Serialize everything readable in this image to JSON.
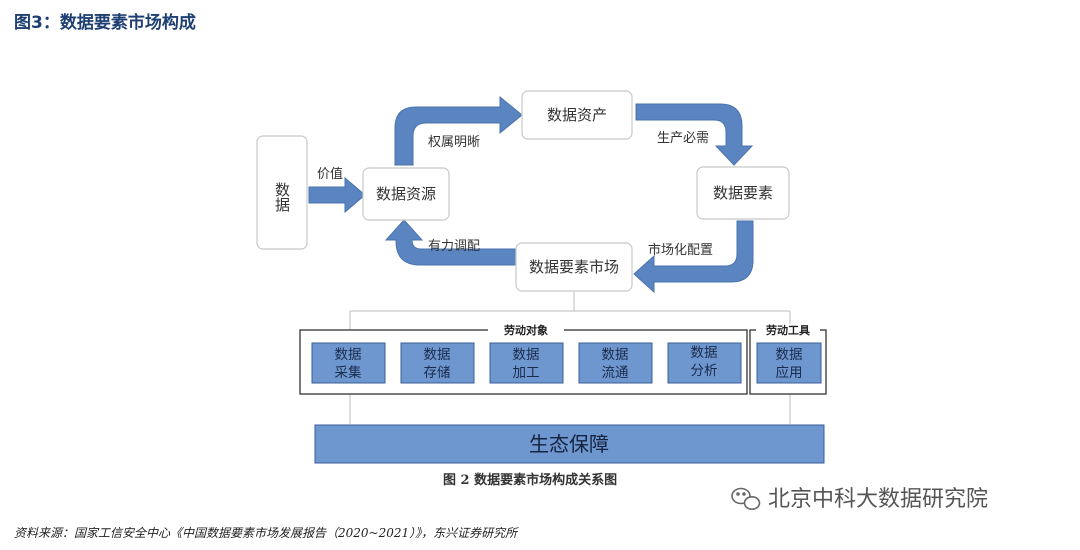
{
  "title": "图3：数据要素市场构成",
  "colors": {
    "arrow_fill": "#5b85c0",
    "arrow_stroke": "#4a74ae",
    "unit_fill": "#6f97cf",
    "foundation_fill": "#6f97cf",
    "node_border": "#c8c8c8",
    "title_color": "#1f3f73"
  },
  "diagram": {
    "nodes": {
      "data": "数据",
      "resource": "数据资源",
      "asset": "数据资产",
      "element": "数据要素",
      "market": "数据要素市场"
    },
    "edges": {
      "value": "价值",
      "rights": "权属明晰",
      "production": "生产必需",
      "marketization": "市场化配置",
      "regulation": "有力调配"
    },
    "groups": {
      "labor_object": "劳动对象",
      "labor_tool": "劳动工具"
    },
    "units": [
      {
        "line1": "数据",
        "line2": "采集"
      },
      {
        "line1": "数据",
        "line2": "存储"
      },
      {
        "line1": "数据",
        "line2": "加工"
      },
      {
        "line1": "数据",
        "line2": "流通"
      },
      {
        "line1": "数据",
        "line2": "分析"
      },
      {
        "line1": "数据",
        "line2": "应用"
      }
    ],
    "foundation": "生态保障",
    "caption": "图 2  数据要素市场构成关系图"
  },
  "watermark": "北京中科大数据研究院",
  "watermark_icon": "wechat-icon",
  "source": "资料来源：国家工信安全中心《中国数据要素市场发展报告（2020~2021）》，东兴证券研究所"
}
